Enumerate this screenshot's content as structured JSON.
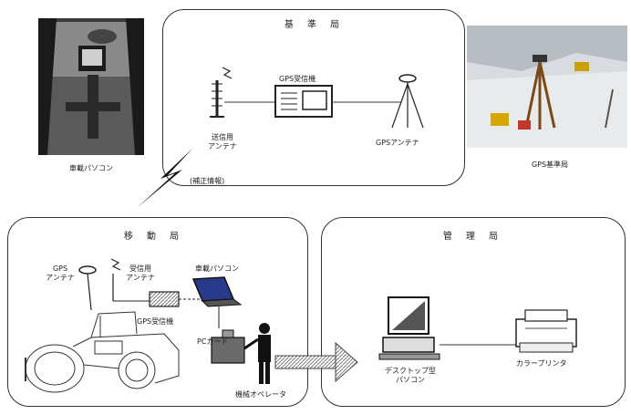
{
  "base_station": {
    "title": "基 準 局",
    "gps_receiver_label": "GPS受信機",
    "tx_antenna_label_1": "送信用",
    "tx_antenna_label_2": "アンテナ",
    "gps_antenna_label": "GPSアンテナ"
  },
  "correction_label": "(補正情報)",
  "mobile_station": {
    "title": "移 動 局",
    "gps_label_1": "GPS",
    "gps_label_2": "アンテナ",
    "rx_antenna_label_1": "受信用",
    "rx_antenna_label_2": "アンテナ",
    "onboard_pc_label": "車載パソコン",
    "gps_receiver_label": "GPS受信機",
    "pc_card_label": "PCカード",
    "operator_label": "機械オペレータ"
  },
  "management_station": {
    "title": "管 理 局",
    "desktop_label_1": "デスクトップ型",
    "desktop_label_2": "パソコン",
    "printer_label": "カラープリンタ"
  },
  "photo_left_caption": "車載パソコン",
  "photo_right_caption": "GPS基準局"
}
